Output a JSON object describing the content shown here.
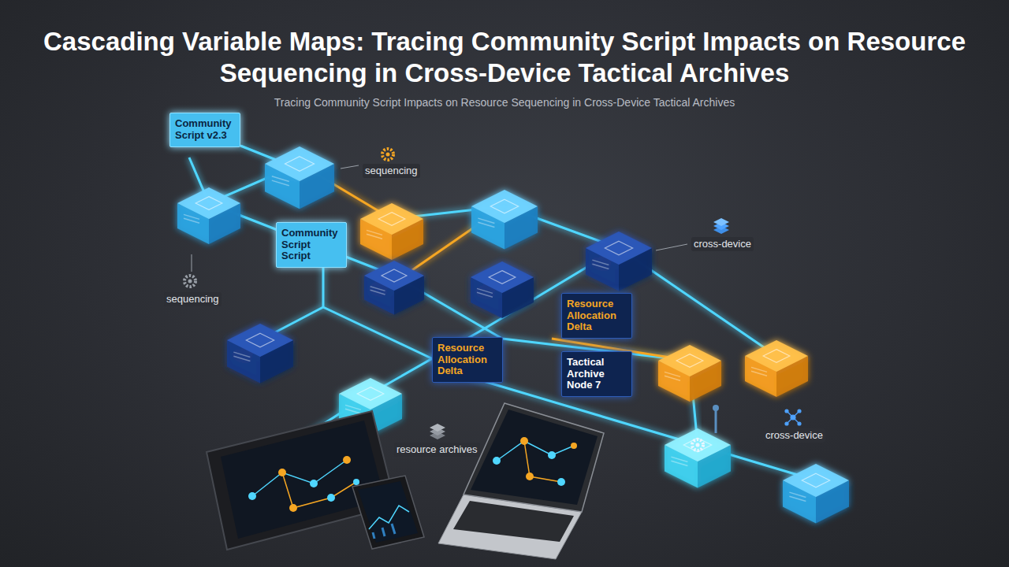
{
  "diagram": {
    "title": "Cascading Variable Maps: Tracing Community Script Impacts on Resource Sequencing in Cross-Device Tactical Archives",
    "nodes": [
      {
        "text": [
          "Community Script v2.3"
        ]
      },
      {
        "text": [
          "Community Script Script"
        ]
      },
      {
        "text": [
          "Resource Allocation Delta"
        ]
      },
      {
        "text": [
          "Resource Allocation Delta"
        ]
      },
      {
        "text": [
          "Tactical Archive Node 7"
        ]
      }
    ],
    "labels": [
      "Tracing Community Script Impacts on Resource Sequencing in Cross-Device Tactical Archives",
      "sequencing",
      "sequencing",
      "cross-device",
      "cross-device",
      "resource archives"
    ]
  }
}
